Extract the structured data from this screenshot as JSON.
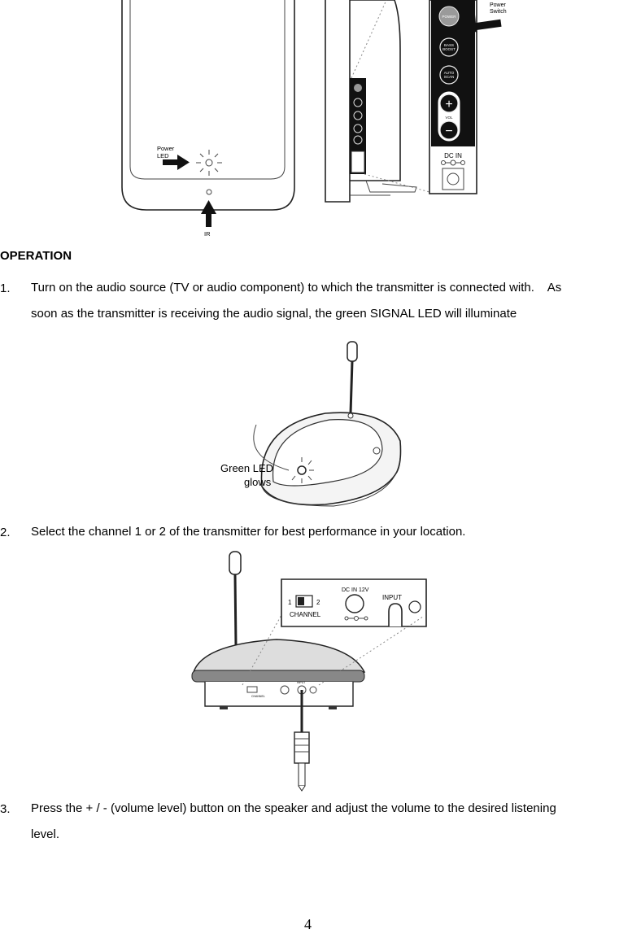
{
  "figure1": {
    "callouts": {
      "power_led": [
        "Power",
        "LED"
      ],
      "ir": "IR",
      "power_switch": [
        "Power",
        "Switch"
      ]
    },
    "panel_buttons": {
      "power": "POWER",
      "bass_boost": [
        "BASS",
        "BOOST"
      ],
      "auto_scan": [
        "AUTO",
        "SCAN"
      ],
      "plus": "+",
      "vol": "VOL",
      "minus": "−",
      "dc_in": "DC IN"
    }
  },
  "section_heading": "OPERATION",
  "steps": [
    {
      "number": "1.",
      "line1": "Turn on the audio source (TV or audio component) to which the transmitter is connected with.    As",
      "line2": "soon as the transmitter is receiving the audio signal, the green SIGNAL LED will illuminate"
    },
    {
      "number": "2.",
      "line1": "Select the channel 1 or 2 of the transmitter for best performance in your location."
    },
    {
      "number": "3.",
      "line1": "Press the + / - (volume level) button on the speaker and adjust the volume to the desired listening",
      "line2": "level."
    }
  ],
  "figure2": {
    "callout_line1": "Green LED",
    "callout_line2": "glows"
  },
  "figure3": {
    "channel_label": "CHANNEL",
    "channel_1": "1",
    "channel_2": "2",
    "dc_in_label": "DC IN 12V",
    "input_label": "INPUT"
  },
  "page_number": "4"
}
